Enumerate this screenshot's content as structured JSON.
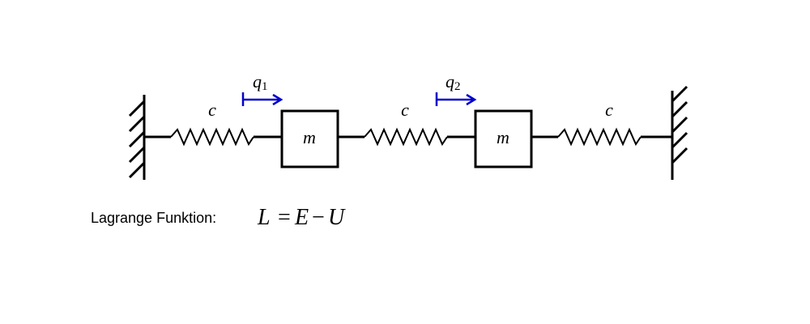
{
  "diagram": {
    "spring_labels": [
      "c",
      "c",
      "c"
    ],
    "mass_labels": [
      "m",
      "m"
    ],
    "displacements": [
      {
        "symbol": "q",
        "index": "1"
      },
      {
        "symbol": "q",
        "index": "2"
      }
    ],
    "arrow_color": "#0000cc",
    "line_color": "#000000"
  },
  "caption": {
    "label": "Lagrange Funktion:",
    "formula": {
      "lhs": "L",
      "eq": "=",
      "t1": "E",
      "minus": "−",
      "t2": "U"
    }
  }
}
